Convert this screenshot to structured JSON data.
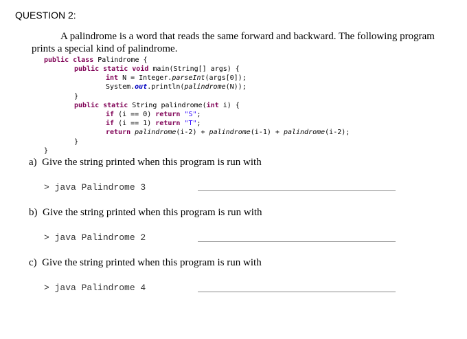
{
  "question": {
    "heading": "QUESTION 2:",
    "intro_line1": "A palindrome is a word that reads the same forward and backward. The following program",
    "intro_line2": "prints a special kind of palindrome."
  },
  "code": {
    "line1": {
      "k1": "public class",
      "t1": " Palindrome {"
    },
    "line2": {
      "k1": "public static void",
      "t1": " main(String[] args) {"
    },
    "line3": {
      "k1": "int",
      "t1": " N = Integer.",
      "i1": "parseInt",
      "t2": "(args[0]);"
    },
    "line4": {
      "t1": "System.",
      "f1": "out",
      "t2": ".println(",
      "i1": "palindrome",
      "t3": "(N));"
    },
    "line5": {
      "t1": "}"
    },
    "line6": {
      "k1": "public static",
      "t1": " String palindrome(",
      "k2": "int",
      "t2": " i) {"
    },
    "line7": {
      "k1": "if",
      "t1": " (i == 0) ",
      "k2": "return",
      "s1": "\"S\"",
      "t2": ";"
    },
    "line8": {
      "k1": "if",
      "t1": " (i == 1) ",
      "k2": "return",
      "s1": "\"T\"",
      "t2": ";"
    },
    "line9": {
      "k1": "return",
      "i1": "palindrome",
      "t1": "(i-2) + ",
      "i2": "palindrome",
      "t2": "(i-1) + ",
      "i3": "palindrome",
      "t3": "(i-2);"
    },
    "line10": {
      "t1": "}"
    },
    "line11": {
      "t1": "}"
    }
  },
  "parts": [
    {
      "label": "a)",
      "prompt": "Give the string printed when this program is run with",
      "command": "> java Palindrome 3"
    },
    {
      "label": "b)",
      "prompt": "Give the string printed when this program is run with",
      "command": "> java Palindrome 2"
    },
    {
      "label": "c)",
      "prompt": "Give the string printed when this program is run with",
      "command": "> java Palindrome 4"
    }
  ]
}
